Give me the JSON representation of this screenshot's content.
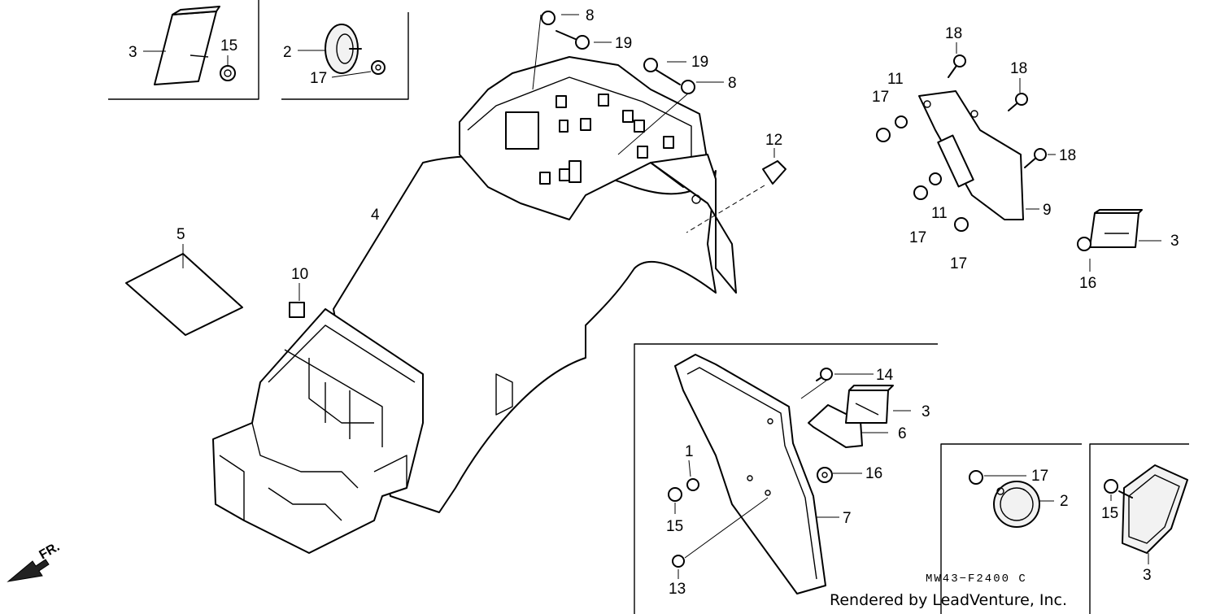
{
  "diagram": {
    "code": "MW43−F2400 C",
    "credit": "Rendered by LeadVenture, Inc.",
    "direction_label": "FR.",
    "callouts": {
      "c1": "3",
      "c2": "15",
      "c3": "2",
      "c4": "17",
      "c5": "8",
      "c6": "19",
      "c7": "19",
      "c8": "8",
      "c9": "12",
      "c10": "18",
      "c11": "11",
      "c12": "17",
      "c13": "18",
      "c14": "18",
      "c15": "9",
      "c16": "11",
      "c17": "17",
      "c18": "17",
      "c19": "3",
      "c20": "16",
      "c21": "5",
      "c22": "4",
      "c23": "10",
      "c24": "14",
      "c25": "3",
      "c26": "6",
      "c27": "1",
      "c28": "16",
      "c29": "15",
      "c30": "7",
      "c31": "13",
      "c32": "17",
      "c33": "2",
      "c34": "15",
      "c35": "3"
    }
  }
}
